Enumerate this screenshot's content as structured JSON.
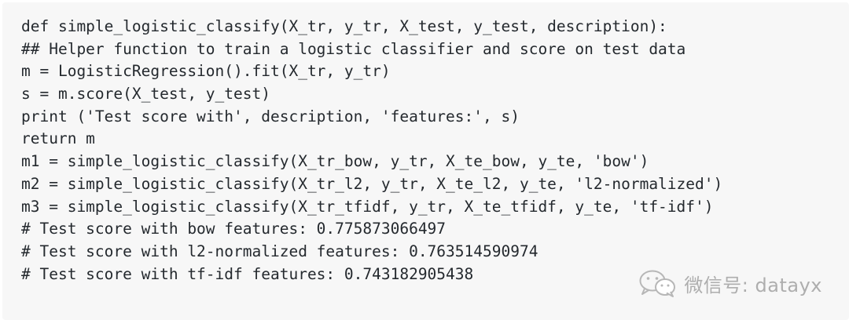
{
  "code": {
    "lines": [
      "def simple_logistic_classify(X_tr, y_tr, X_test, y_test, description):",
      "## Helper function to train a logistic classifier and score on test data",
      "m = LogisticRegression().fit(X_tr, y_tr)",
      "s = m.score(X_test, y_test)",
      "print ('Test score with', description, 'features:', s)",
      "return m",
      "m1 = simple_logistic_classify(X_tr_bow, y_tr, X_te_bow, y_te, 'bow')",
      "m2 = simple_logistic_classify(X_tr_l2, y_tr, X_te_l2, y_te, 'l2-normalized')",
      "m3 = simple_logistic_classify(X_tr_tfidf, y_tr, X_te_tfidf, y_te, 'tf-idf')",
      "# Test score with bow features: 0.775873066497",
      "# Test score with l2-normalized features: 0.763514590974",
      "# Test score with tf-idf features: 0.743182905438"
    ]
  },
  "watermark": {
    "text": "微信号: datayx",
    "icon": "wechat-icon"
  },
  "colors": {
    "panel_background": "#f7f7f7",
    "code_text": "#24292e",
    "watermark": "#aeaeae"
  }
}
